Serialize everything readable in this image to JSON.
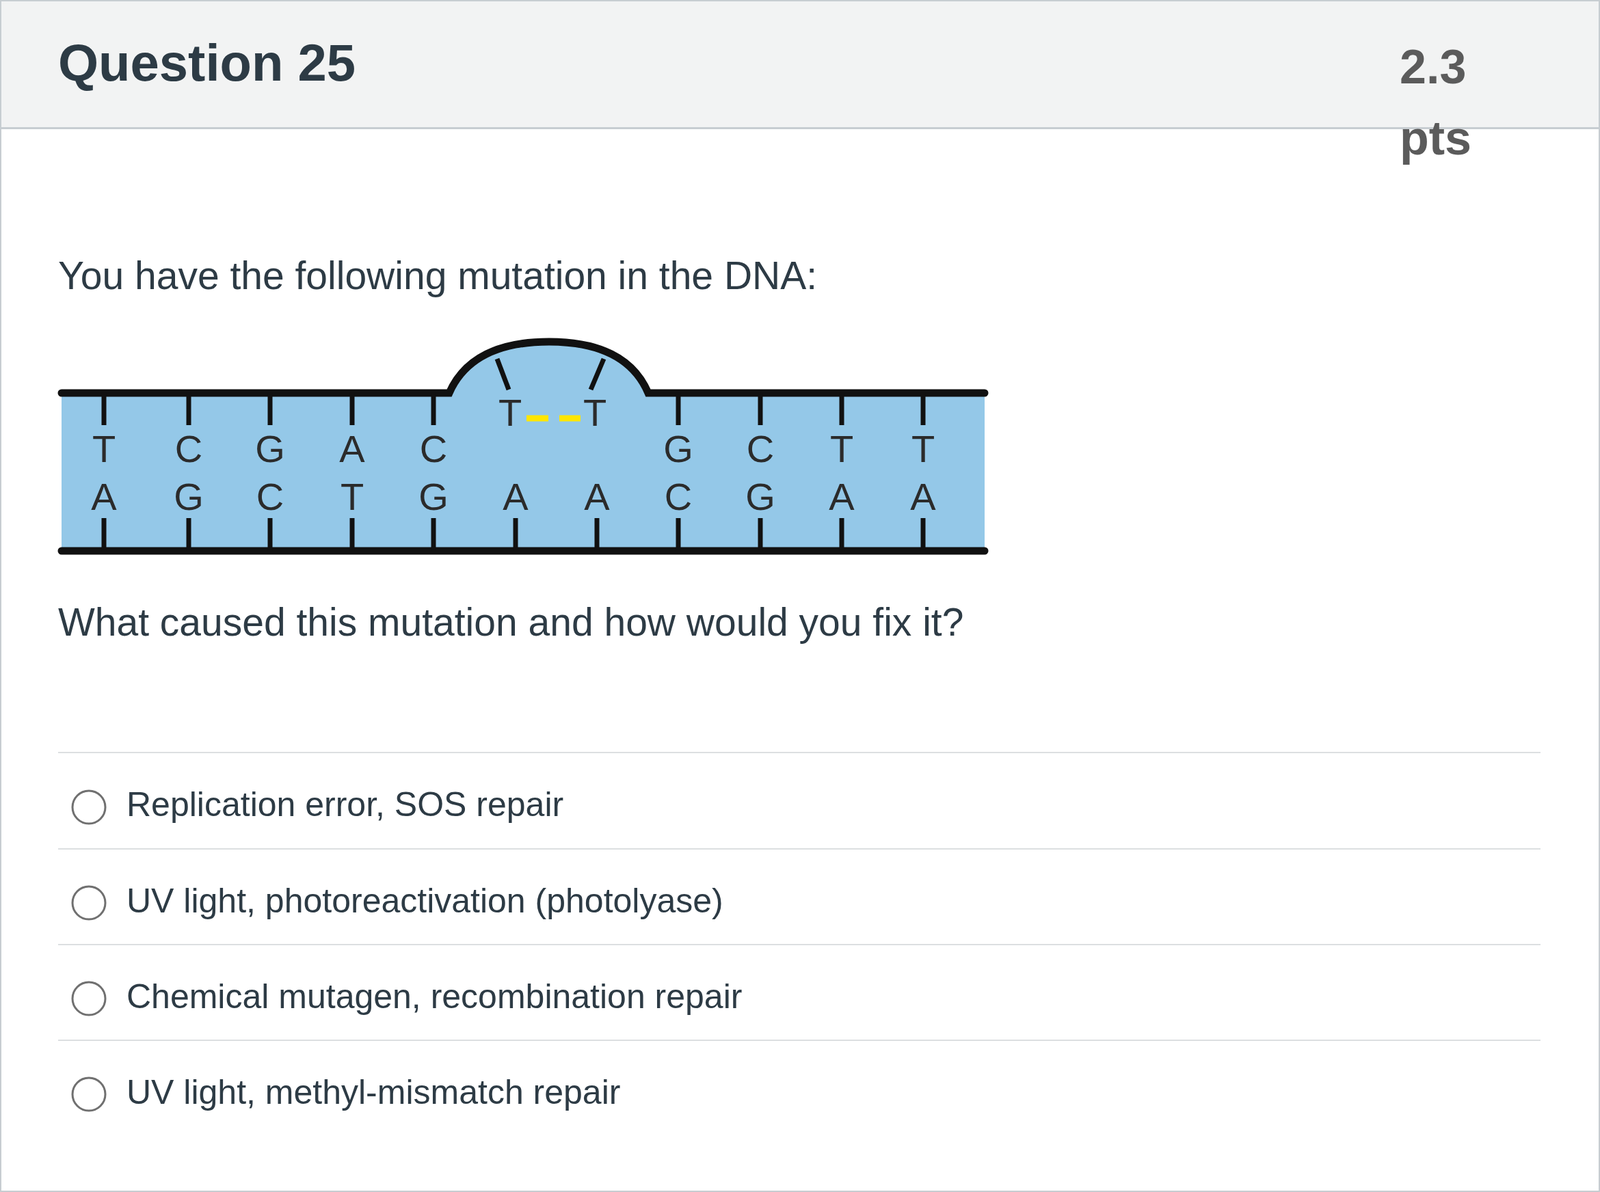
{
  "diagram": {
    "title": "Question 25",
    "labels": [
      "2.3 pts",
      "You have the following mutation in the DNA:",
      "T",
      "C",
      "G",
      "A",
      "C",
      "T",
      "T",
      "G",
      "C",
      "T",
      "T",
      "A",
      "G",
      "C",
      "T",
      "G",
      "A",
      "A",
      "C",
      "G",
      "A",
      "A",
      "What caused this mutation and how would you fix it?",
      "Replication error, SOS repair",
      "UV light, photoreactivation (photolyase)",
      "Chemical mutagen, recombination repair",
      "UV light, methyl-mismatch repair"
    ]
  }
}
